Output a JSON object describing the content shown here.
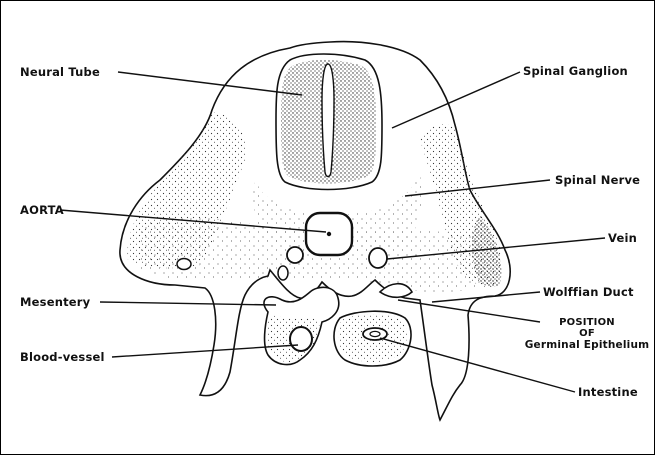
{
  "labels": {
    "neural_tube": "Neural Tube",
    "spinal_ganglion": "Spinal Ganglion",
    "spinal_nerve": "Spinal Nerve",
    "aorta": "AORTA",
    "vein": "Vein",
    "mesentery": "Mesentery",
    "wolffian_duct": "Wolffian Duct",
    "position_line1": "POSITION",
    "position_line2": "OF",
    "position_line3": "Germinal Epithelium",
    "blood_vessel": "Blood-vessel",
    "intestine": "Intestine"
  },
  "colors": {
    "ink": "#111111",
    "background": "#ffffff"
  }
}
